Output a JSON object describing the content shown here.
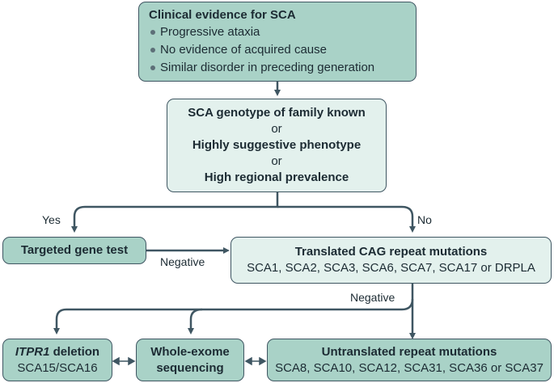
{
  "clinical": {
    "title": "Clinical evidence for SCA",
    "bullets": [
      "Progressive ataxia",
      "No evidence of acquired cause",
      "Similar disorder in preceding generation"
    ]
  },
  "criteria": {
    "line1": "SCA genotype of family known",
    "or1": "or",
    "line2": "Highly suggestive phenotype",
    "or2": "or",
    "line3": "High regional prevalence"
  },
  "branch": {
    "yes": "Yes",
    "no": "No",
    "negative1": "Negative",
    "negative2": "Negative"
  },
  "targeted": {
    "title": "Targeted gene test"
  },
  "translated": {
    "title": "Translated CAG repeat mutations",
    "list": "SCA1, SCA2, SCA3, SCA6, SCA7, SCA17 or DRPLA"
  },
  "itpr1": {
    "gene": "ITPR1",
    "rest": " deletion",
    "sub": "SCA15/SCA16"
  },
  "wes": {
    "line1": "Whole-exome",
    "line2": "sequencing"
  },
  "untranslated": {
    "title": "Untranslated repeat mutations",
    "list": "SCA8, SCA10, SCA12, SCA31, SCA36 or SCA37"
  },
  "colors": {
    "dark_box": "#a9d2c7",
    "light_box": "#e3f1ed",
    "line": "#3f5662"
  }
}
